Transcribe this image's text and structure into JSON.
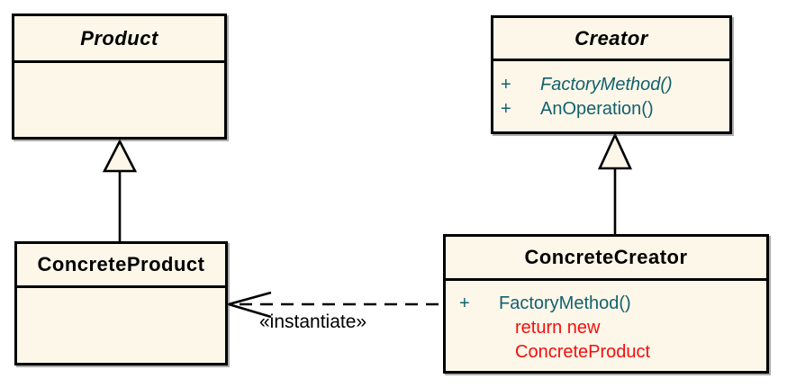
{
  "classes": {
    "product": {
      "name": "Product",
      "abstract": true
    },
    "creator": {
      "name": "Creator",
      "abstract": true,
      "methods": [
        {
          "visibility": "+",
          "name": "FactoryMethod()",
          "abstract": true
        },
        {
          "visibility": "+",
          "name": "AnOperation()",
          "abstract": false
        }
      ]
    },
    "concrete_product": {
      "name": "ConcreteProduct",
      "abstract": false
    },
    "concrete_creator": {
      "name": "ConcreteCreator",
      "abstract": false,
      "methods": [
        {
          "visibility": "+",
          "name": "FactoryMethod()",
          "abstract": false
        }
      ],
      "code_notes": [
        "return new",
        "ConcreteProduct"
      ]
    }
  },
  "relations": {
    "instantiate_label": "«instantiate»",
    "generalizations": [
      {
        "from": "ConcreteProduct",
        "to": "Product"
      },
      {
        "from": "ConcreteCreator",
        "to": "Creator"
      }
    ]
  },
  "colors": {
    "box_fill": "#FCF7E8",
    "box_border": "#000000",
    "method_text": "#12616E",
    "note_text": "#F50D0D"
  }
}
